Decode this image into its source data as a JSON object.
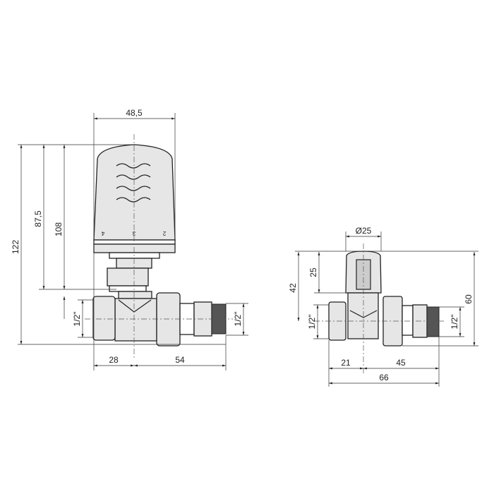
{
  "left_view": {
    "dims": {
      "width_head": "48,5",
      "total_height": "122",
      "height_axis": "87,5",
      "height_body": "108",
      "thread_left": "1/2\"",
      "thread_right": "1/2\"",
      "len_left": "28",
      "len_right": "54"
    },
    "scale_marks": [
      "4",
      "3",
      "2"
    ]
  },
  "right_view": {
    "dims": {
      "cap_diameter": "Ø25",
      "cap_height": "25",
      "height_axis": "42",
      "total_height": "60",
      "thread_left": "1/2\"",
      "thread_right": "1/2\"",
      "len_left": "21",
      "len_right": "45",
      "len_total": "66"
    }
  }
}
